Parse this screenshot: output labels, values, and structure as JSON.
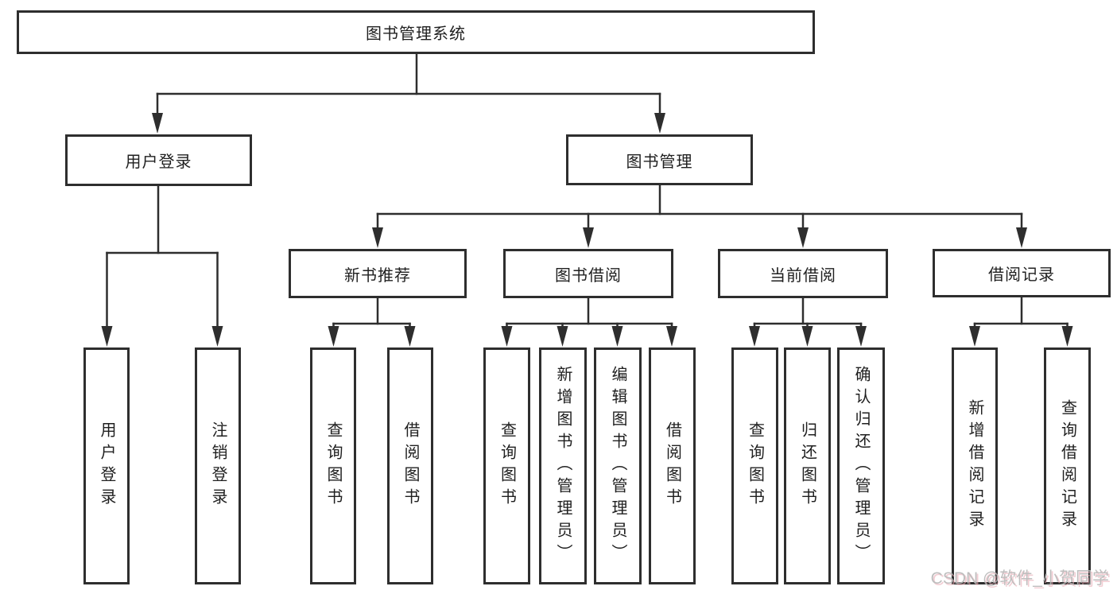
{
  "diagram": {
    "root": {
      "label": "图书管理系统",
      "children": [
        {
          "label": "用户登录",
          "children": [
            {
              "label": "用户登录"
            },
            {
              "label": "注销登录"
            }
          ]
        },
        {
          "label": "图书管理",
          "children": [
            {
              "label": "新书推荐",
              "children": [
                {
                  "label": "查询图书"
                },
                {
                  "label": "借阅图书"
                }
              ]
            },
            {
              "label": "图书借阅",
              "children": [
                {
                  "label": "查询图书"
                },
                {
                  "label": "新增图书（管理员）"
                },
                {
                  "label": "编辑图书（管理员）"
                },
                {
                  "label": "借阅图书"
                }
              ]
            },
            {
              "label": "当前借阅",
              "children": [
                {
                  "label": "查询图书"
                },
                {
                  "label": "归还图书"
                },
                {
                  "label": "确认归还（管理员）"
                }
              ]
            },
            {
              "label": "借阅记录",
              "children": [
                {
                  "label": "新增借阅记录"
                },
                {
                  "label": "查询借阅记录"
                }
              ]
            }
          ]
        }
      ]
    }
  },
  "watermark": {
    "text": "CSDN @软件_小贺同学"
  },
  "colors": {
    "line": "#2e2e2e",
    "box_border": "#2e2e2e",
    "text": "#1f1f1f",
    "background": "#ffffff",
    "watermark_gray": "#b8b8b8",
    "watermark_pink": "#e9aab4"
  }
}
